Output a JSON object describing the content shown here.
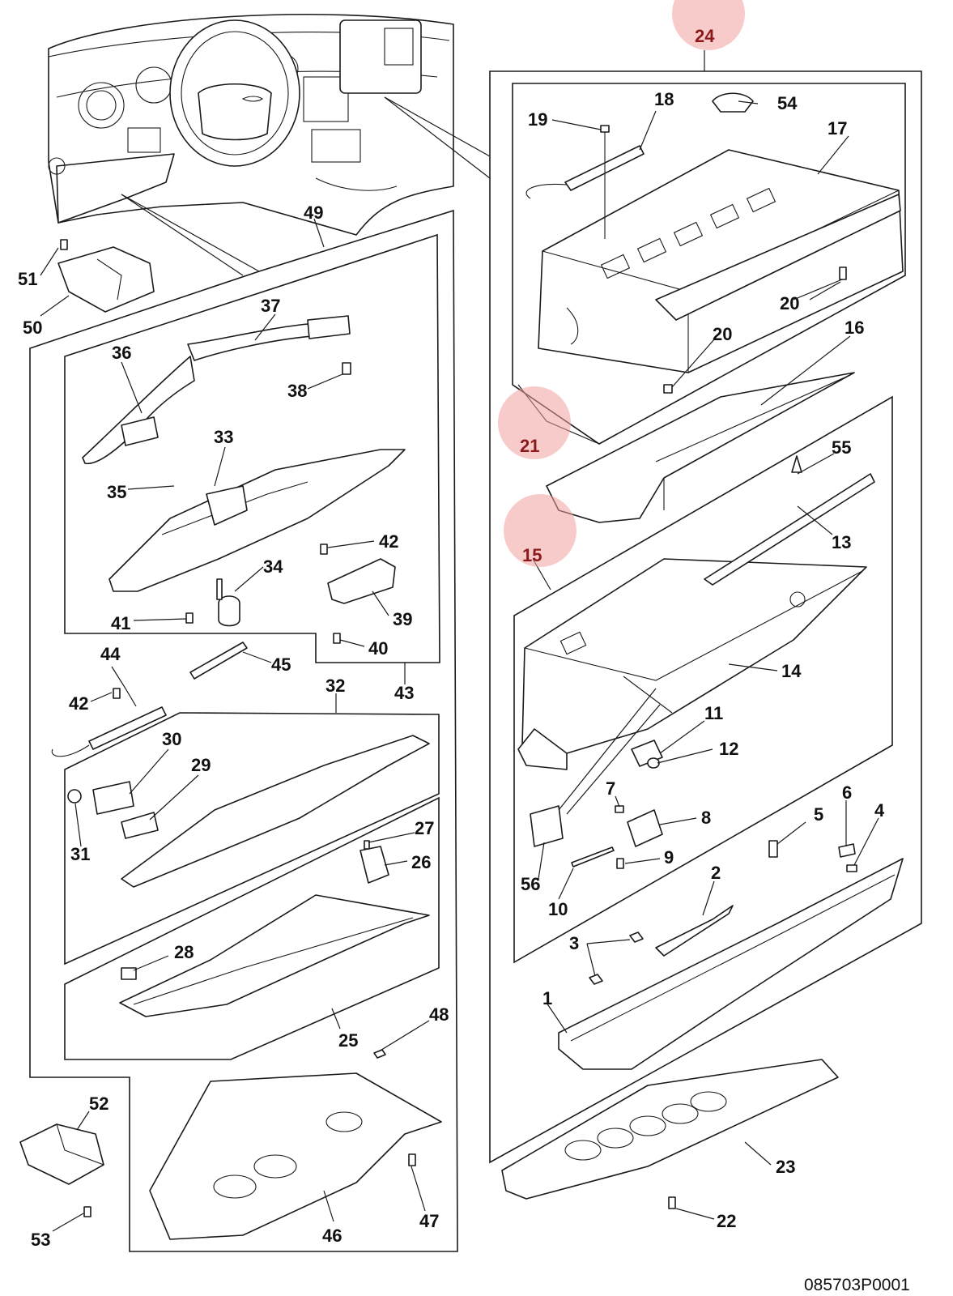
{
  "diagram": {
    "reference_code": "085703P0001",
    "highlight_color": "#f2a0a0",
    "line_color": "#1a1a1a",
    "highlighted_callouts": [
      "24",
      "21",
      "15"
    ],
    "callouts": [
      "1",
      "2",
      "3",
      "4",
      "5",
      "6",
      "7",
      "8",
      "9",
      "10",
      "11",
      "12",
      "13",
      "14",
      "15",
      "16",
      "17",
      "18",
      "19",
      "20",
      "20",
      "21",
      "22",
      "23",
      "24",
      "25",
      "26",
      "27",
      "28",
      "29",
      "30",
      "31",
      "32",
      "33",
      "34",
      "35",
      "36",
      "37",
      "38",
      "40",
      "39",
      "41",
      "42",
      "42",
      "43",
      "44",
      "45",
      "46",
      "47",
      "48",
      "49",
      "50",
      "51",
      "52",
      "53",
      "54",
      "55",
      "56"
    ]
  }
}
